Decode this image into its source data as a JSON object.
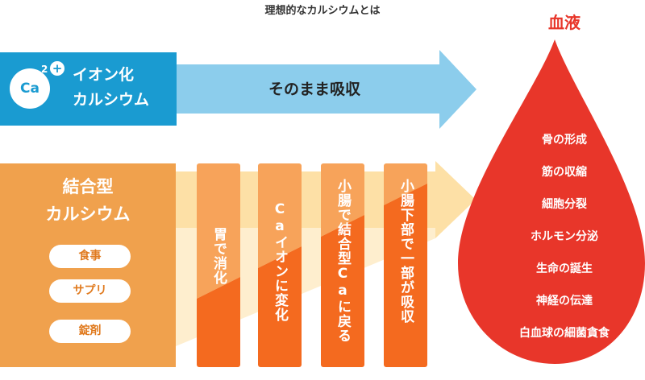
{
  "title": "理想的なカルシウムとは",
  "ionized": {
    "ca_symbol": "Ca",
    "charge_number": "2",
    "charge_sign": "+",
    "label_line1": "イオン化",
    "label_line2": "カルシウム",
    "path_label": "そのまま吸収"
  },
  "bound": {
    "label_line1": "結合型",
    "label_line2": "カルシウム",
    "sources": [
      "食事",
      "サプリ",
      "錠剤"
    ],
    "steps": [
      "胃で消化",
      "Caイオンに変化",
      "小腸で結合型Caに戻る",
      "小腸下部で一部が吸収"
    ]
  },
  "blood": {
    "title": "血液",
    "functions": [
      "骨の形成",
      "筋の収縮",
      "細胞分裂",
      "ホルモン分泌",
      "生命の誕生",
      "神経の伝達",
      "白血球の細菌貪食"
    ]
  },
  "colors": {
    "ion_blue": "#1a9bd1",
    "light_blue_arrow": "#8ccdec",
    "bound_orange": "#f0a14d",
    "light_orange_arrow": "#fde0a6",
    "step_orange": "#f46a1f",
    "step_light": "#f7a35a",
    "blood_red": "#e8362a"
  }
}
